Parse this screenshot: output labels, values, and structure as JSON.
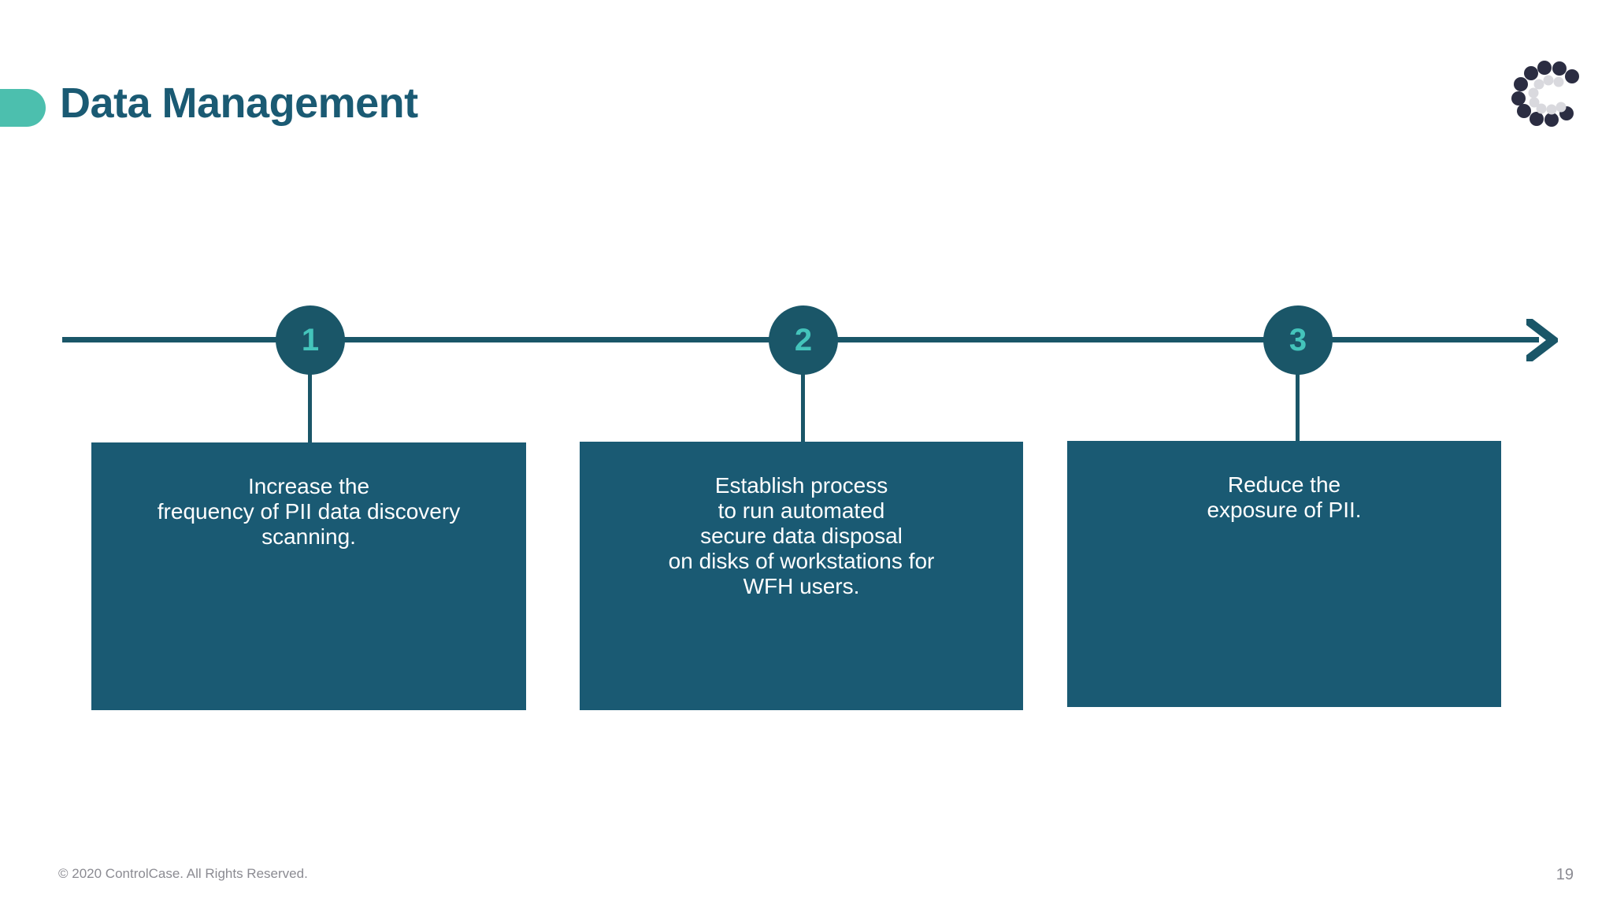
{
  "slide": {
    "title": "Data Management",
    "accent_color": "#4cbfae",
    "title_color": "#1a5a73",
    "node_color": "#1a5668",
    "node_number_color": "#44c4bb",
    "card_color": "#1a5a73",
    "line_color": "#1a5668"
  },
  "logo": {
    "name": "controlcase-logo",
    "outer_dot_color": "#2b2d42",
    "inner_dot_color": "#d9d9de"
  },
  "timeline": {
    "arrow_icon": "arrow-right-icon",
    "steps": [
      {
        "number": "1",
        "text": "Increase the\nfrequency of PII data discovery\nscanning."
      },
      {
        "number": "2",
        "text": "Establish process\nto run automated\nsecure data disposal\non disks of workstations for\nWFH users."
      },
      {
        "number": "3",
        "text": "Reduce the\nexposure of PII."
      }
    ]
  },
  "footer": {
    "copyright": "© 2020 ControlCase. All Rights Reserved.",
    "page_number": "19"
  }
}
